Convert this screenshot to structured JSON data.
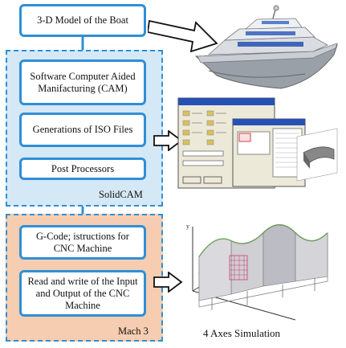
{
  "steps": [
    {
      "label": "3-D Model of the Boat"
    },
    {
      "label": "Software Computer Aided Manifacturing (CAM)"
    },
    {
      "label": "Generations of ISO Files"
    },
    {
      "label": "Post Processors"
    },
    {
      "label": "G-Code; istructions for CNC Machine"
    },
    {
      "label": "Read and write of the Input and Output of the CNC Machine"
    }
  ],
  "groups": {
    "solidcam": "SolidCAM",
    "mach3": "Mach 3"
  },
  "caption": "4 Axes Simulation",
  "colors": {
    "box_border": "#2f8fd6",
    "solidcam_fill": "#d5e8f5",
    "mach3_fill": "#f6cdb0",
    "connector": "#2f8fd6",
    "simulation_edge": "#6cc04a",
    "simulation_hatch": "#d23b6a"
  },
  "icons": [
    "boat-model",
    "cam-software-windows",
    "simulation-plot",
    "arrow-right"
  ]
}
